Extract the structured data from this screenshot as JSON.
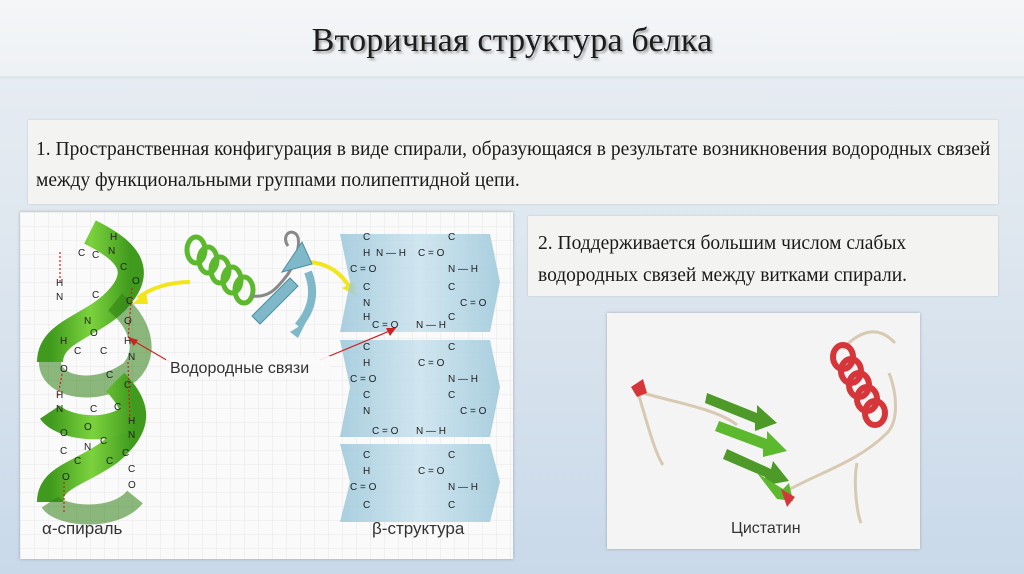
{
  "slide": {
    "title": "Вторичная структура белка",
    "point1": "1. Пространственная конфигурация в виде спирали, образующаяся в результате возникновения водородных связей между функциональными группами полипептидной цепи.",
    "point2": "2. Поддерживается большим числом слабых водородных связей между витками спирали."
  },
  "figure1": {
    "hbond_label": "Водородные связи",
    "alpha_label": "α-спираль",
    "beta_label": "β-структура",
    "atoms": {
      "c": "C",
      "n": "N",
      "h": "H",
      "o": "O",
      "nh": "N — H",
      "co": "C = O"
    }
  },
  "figure2": {
    "caption": "Цистатин"
  },
  "colors": {
    "helix_green": "#5cb82c",
    "sheet_blue": "#a9cfe0",
    "protein_red": "#d6353a",
    "annotation_red": "#cc2222"
  }
}
